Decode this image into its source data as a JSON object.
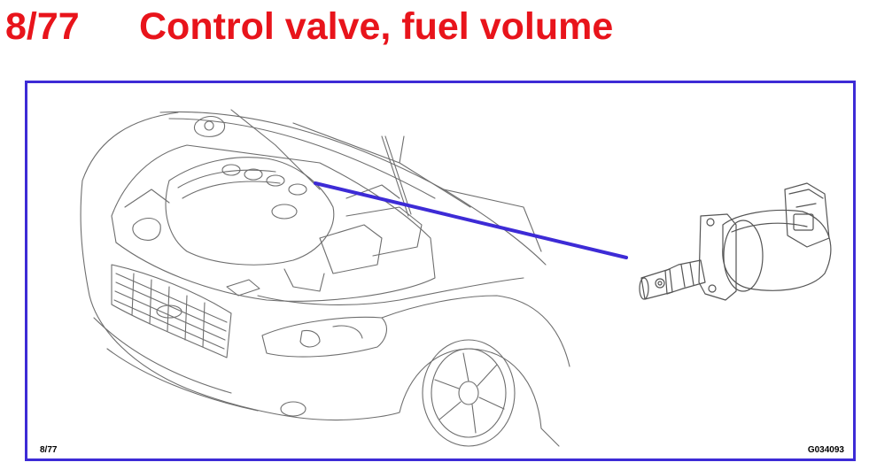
{
  "header": {
    "page_number": "8/77",
    "title": "Control valve, fuel volume"
  },
  "figure": {
    "page_ref": "8/77",
    "image_code": "G034093",
    "frame_color": "#3d2bd6",
    "pointer_color": "#3d2bd6"
  },
  "colors": {
    "title": "#e8141b",
    "line_art": "#6e6e6e"
  }
}
